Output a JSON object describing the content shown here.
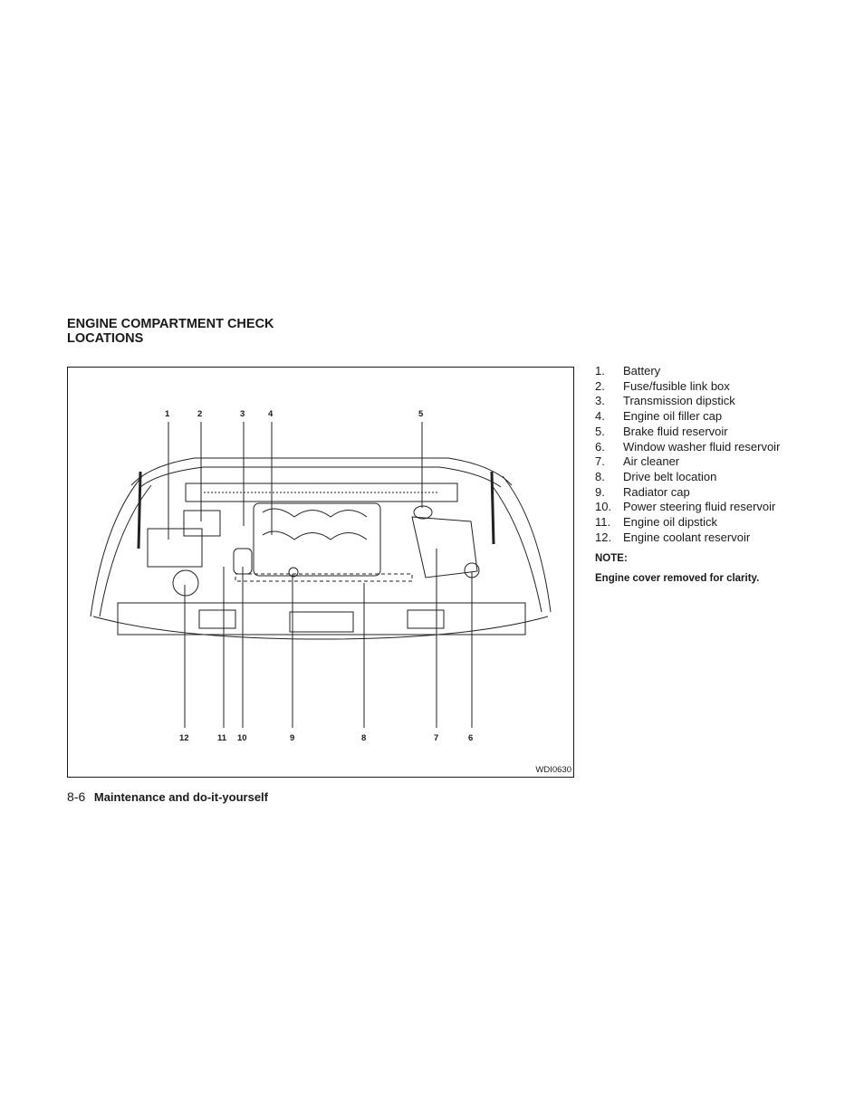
{
  "section": {
    "title_line1": "ENGINE COMPARTMENT CHECK",
    "title_line2": "LOCATIONS"
  },
  "figure": {
    "code": "WDI0630",
    "callouts": [
      "1",
      "2",
      "3",
      "4",
      "5",
      "12",
      "11",
      "10",
      "9",
      "8",
      "7",
      "6"
    ]
  },
  "legend": {
    "items": [
      {
        "num": "1.",
        "label": "Battery"
      },
      {
        "num": "2.",
        "label": "Fuse/fusible link box"
      },
      {
        "num": "3.",
        "label": "Transmission dipstick"
      },
      {
        "num": "4.",
        "label": "Engine oil filler cap"
      },
      {
        "num": "5.",
        "label": "Brake fluid reservoir"
      },
      {
        "num": "6.",
        "label": "Window washer fluid reservoir"
      },
      {
        "num": "7.",
        "label": "Air cleaner"
      },
      {
        "num": "8.",
        "label": "Drive belt location"
      },
      {
        "num": "9.",
        "label": "Radiator cap"
      },
      {
        "num": "10.",
        "label": "Power steering fluid reservoir"
      },
      {
        "num": "11.",
        "label": "Engine oil dipstick"
      },
      {
        "num": "12.",
        "label": "Engine coolant reservoir"
      }
    ]
  },
  "note": {
    "label": "NOTE:",
    "text": "Engine cover removed for clarity."
  },
  "footer": {
    "page_number": "8-6",
    "chapter": "Maintenance and do-it-yourself"
  }
}
